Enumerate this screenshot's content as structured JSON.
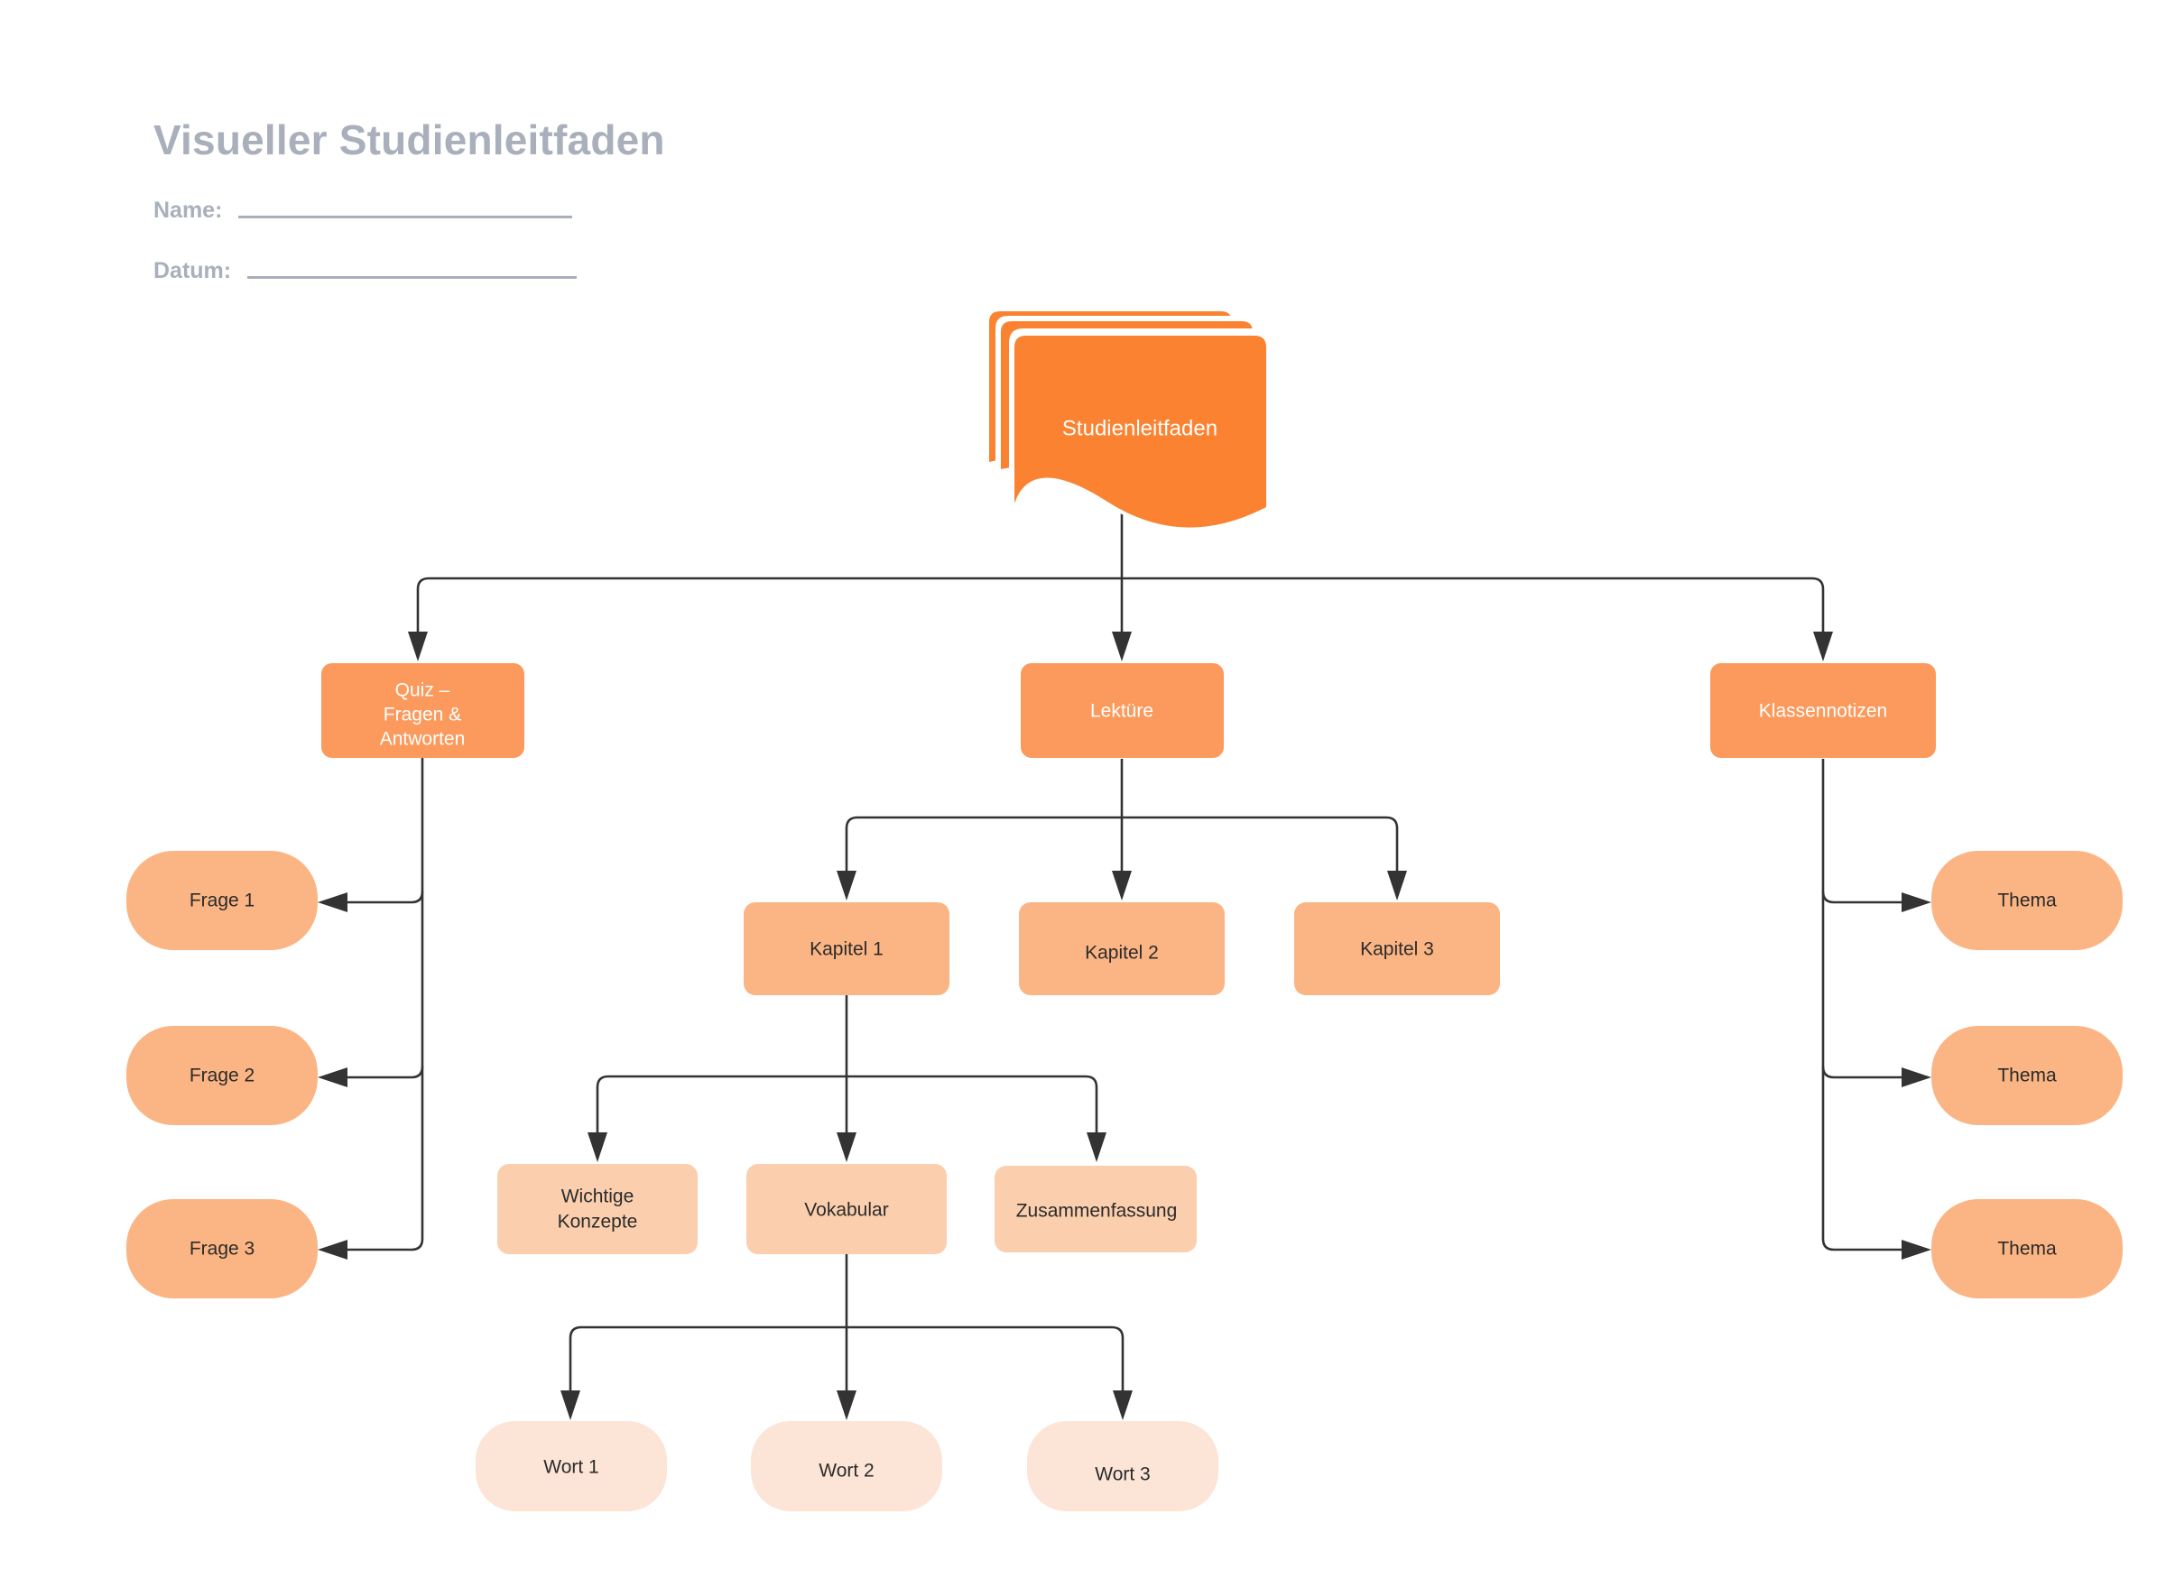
{
  "header": {
    "title": "Visueller Studienleitfaden",
    "fields": [
      {
        "label": "Name:",
        "value": ""
      },
      {
        "label": "Datum:",
        "value": ""
      }
    ]
  },
  "colors": {
    "root_orange": "#fa8231",
    "level2_orange": "#fb9a5c",
    "level3_orange": "#fbb584",
    "level4_peach": "#fbcfae",
    "level5_peach": "#fce4d6",
    "title_gray": "#a9b0bb",
    "edge_gray": "#333333",
    "text_dark": "#2b2b2b",
    "text_light": "#ffffff",
    "background": "#ffffff"
  },
  "diagram": {
    "type": "tree",
    "root": {
      "id": "root",
      "label": "Studienleitfaden",
      "shape": "stacked-book"
    },
    "nodes": [
      {
        "id": "quiz",
        "label": "Quiz –\nFragen &\nAntworten",
        "level": 2,
        "shape": "rounded-rect",
        "parent": "root"
      },
      {
        "id": "lektuere",
        "label": "Lektüre",
        "level": 2,
        "shape": "rounded-rect",
        "parent": "root"
      },
      {
        "id": "klassen",
        "label": "Klassennotizen",
        "level": 2,
        "shape": "rounded-rect",
        "parent": "root"
      },
      {
        "id": "frage1",
        "label": "Frage 1",
        "level": 3,
        "shape": "pill",
        "parent": "quiz"
      },
      {
        "id": "frage2",
        "label": "Frage 2",
        "level": 3,
        "shape": "pill",
        "parent": "quiz"
      },
      {
        "id": "frage3",
        "label": "Frage 3",
        "level": 3,
        "shape": "pill",
        "parent": "quiz"
      },
      {
        "id": "kapitel1",
        "label": "Kapitel 1",
        "level": 3,
        "shape": "rounded-rect",
        "parent": "lektuere"
      },
      {
        "id": "kapitel2",
        "label": "Kapitel 2",
        "level": 3,
        "shape": "rounded-rect",
        "parent": "lektuere"
      },
      {
        "id": "kapitel3",
        "label": "Kapitel 3",
        "level": 3,
        "shape": "rounded-rect",
        "parent": "lektuere"
      },
      {
        "id": "thema1",
        "label": "Thema",
        "level": 3,
        "shape": "pill",
        "parent": "klassen"
      },
      {
        "id": "thema2",
        "label": "Thema",
        "level": 3,
        "shape": "pill",
        "parent": "klassen"
      },
      {
        "id": "thema3",
        "label": "Thema",
        "level": 3,
        "shape": "pill",
        "parent": "klassen"
      },
      {
        "id": "konzepte",
        "label": "Wichtige\nKonzepte",
        "level": 4,
        "shape": "rounded-rect",
        "parent": "kapitel1"
      },
      {
        "id": "vokabular",
        "label": "Vokabular",
        "level": 4,
        "shape": "rounded-rect",
        "parent": "kapitel1"
      },
      {
        "id": "zusammen",
        "label": "Zusammenfassung",
        "level": 4,
        "shape": "rounded-rect",
        "parent": "kapitel1"
      },
      {
        "id": "wort1",
        "label": "Wort 1",
        "level": 5,
        "shape": "pill",
        "parent": "vokabular"
      },
      {
        "id": "wort2",
        "label": "Wort 2",
        "level": 5,
        "shape": "pill",
        "parent": "vokabular"
      },
      {
        "id": "wort3",
        "label": "Wort 3",
        "level": 5,
        "shape": "pill",
        "parent": "vokabular"
      }
    ]
  }
}
